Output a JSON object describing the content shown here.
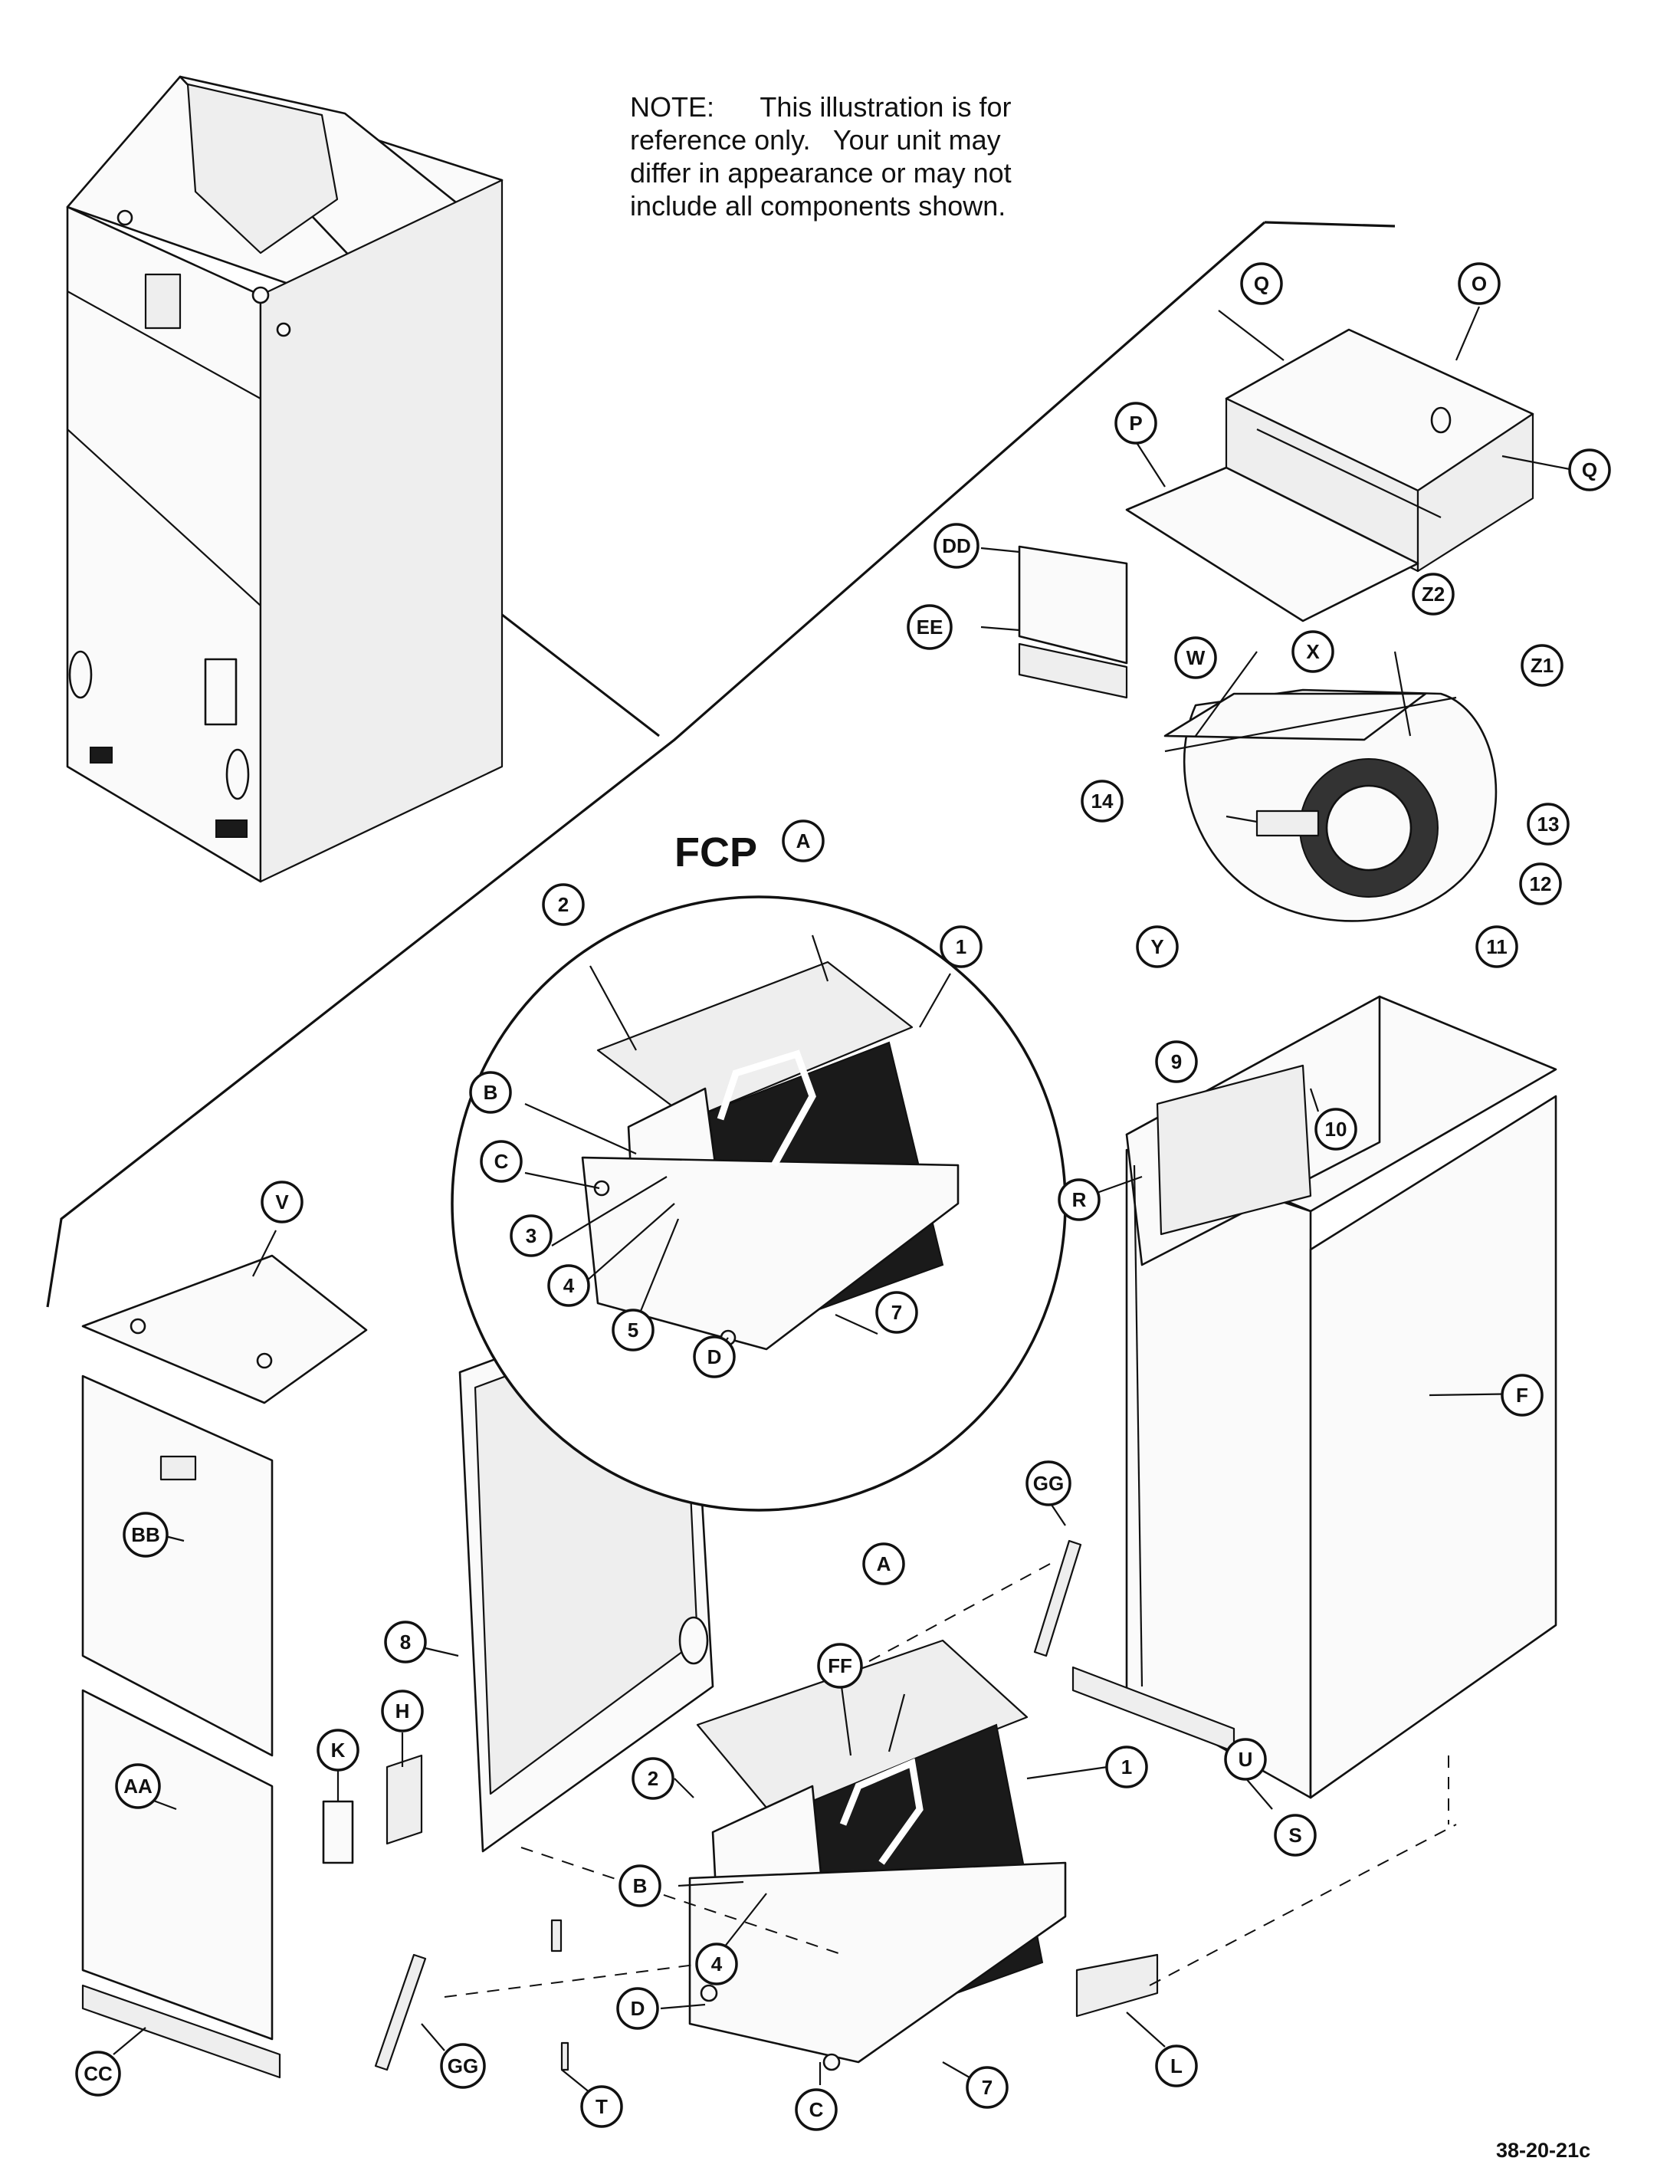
{
  "note": {
    "lines": [
      "NOTE:      This illustration is for",
      "reference only.   Your unit may",
      "differ in appearance or may not",
      "include all components shown."
    ]
  },
  "inset_title": "FCP",
  "figure_id": "38-20-21c",
  "callouts": {
    "Q1": "Q",
    "O": "O",
    "P": "P",
    "Q2": "Q",
    "DD": "DD",
    "EE": "EE",
    "Z2": "Z2",
    "W": "W",
    "X": "X",
    "Z1": "Z1",
    "N14": "14",
    "N13": "13",
    "N12": "12",
    "Y": "Y",
    "N11": "11",
    "FA": "A",
    "F2": "2",
    "F1": "1",
    "FB": "B",
    "FC": "C",
    "F3": "3",
    "F4": "4",
    "F5": "5",
    "FD": "D",
    "F7": "7",
    "N9": "9",
    "N10": "10",
    "R": "R",
    "F": "F",
    "V": "V",
    "BB": "BB",
    "AA": "AA",
    "CC": "CC",
    "K": "K",
    "H": "H",
    "N8": "8",
    "GG1": "GG",
    "GG2": "GG",
    "A": "A",
    "FF": "FF",
    "N2": "2",
    "N1": "1",
    "B": "B",
    "D": "D",
    "N4": "4",
    "T": "T",
    "C": "C",
    "N7": "7",
    "U": "U",
    "S": "S",
    "L": "L"
  }
}
